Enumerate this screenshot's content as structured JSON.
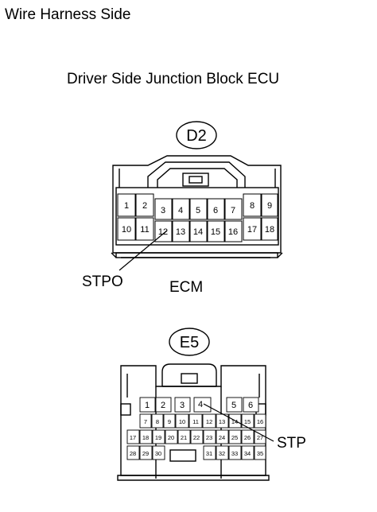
{
  "header": {
    "label": "Wire Harness Side"
  },
  "connector_d2": {
    "title": "Driver Side Junction Block ECU",
    "id": "D2",
    "signal_label": "STPO",
    "signal_pin": "12",
    "row1": [
      "1",
      "2",
      "3",
      "4",
      "5",
      "6",
      "7",
      "8",
      "9"
    ],
    "row2": [
      "10",
      "11",
      "12",
      "13",
      "14",
      "15",
      "16",
      "17",
      "18"
    ]
  },
  "connector_e5": {
    "title": "ECM",
    "id": "E5",
    "signal_label": "STP",
    "signal_pin": "4",
    "row1": [
      "1",
      "2",
      "3",
      "4",
      "5",
      "6"
    ],
    "row2": [
      "7",
      "8",
      "9",
      "10",
      "11",
      "12",
      "13",
      "14",
      "15",
      "16"
    ],
    "row3": [
      "17",
      "18",
      "19",
      "20",
      "21",
      "22",
      "23",
      "24",
      "25",
      "26",
      "27"
    ],
    "row4": [
      "28",
      "29",
      "30",
      "31",
      "32",
      "33",
      "34",
      "35"
    ]
  }
}
